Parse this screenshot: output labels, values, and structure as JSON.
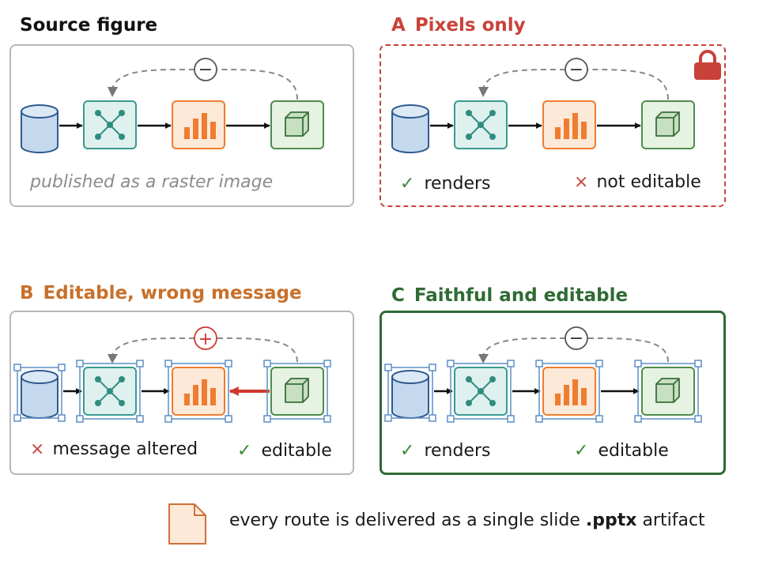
{
  "panels": {
    "source": {
      "title": "Source figure",
      "caption": "published as a raster image",
      "loop_symbol": "−"
    },
    "a": {
      "letter": "A",
      "title": "Pixels only",
      "check_text": "renders",
      "cross_text": "not editable",
      "loop_symbol": "−",
      "lock_icon": "lock-icon"
    },
    "b": {
      "letter": "B",
      "title": "Editable, wrong message",
      "cross_text": "message altered",
      "check_text": "editable",
      "loop_symbol": "+"
    },
    "c": {
      "letter": "C",
      "title": "Faithful and editable",
      "check1_text": "renders",
      "check2_text": "editable",
      "loop_symbol": "−"
    }
  },
  "marks": {
    "check": "✓",
    "cross": "×"
  },
  "footer": {
    "text_before": "every route is delivered as a single slide",
    "bold": ".pptx",
    "text_after": "artifact"
  },
  "colors": {
    "panel_a": "#c9423a",
    "panel_b": "#c8702b",
    "panel_c": "#2f6b35",
    "frame_gray": "#b8b8b8",
    "db_blue": "#c5d9ee",
    "net_teal": "#3a9a90",
    "chart_orange": "#ee7d2f",
    "cube_green": "#4e8c4c",
    "handle_blue": "#5b8fc6"
  }
}
